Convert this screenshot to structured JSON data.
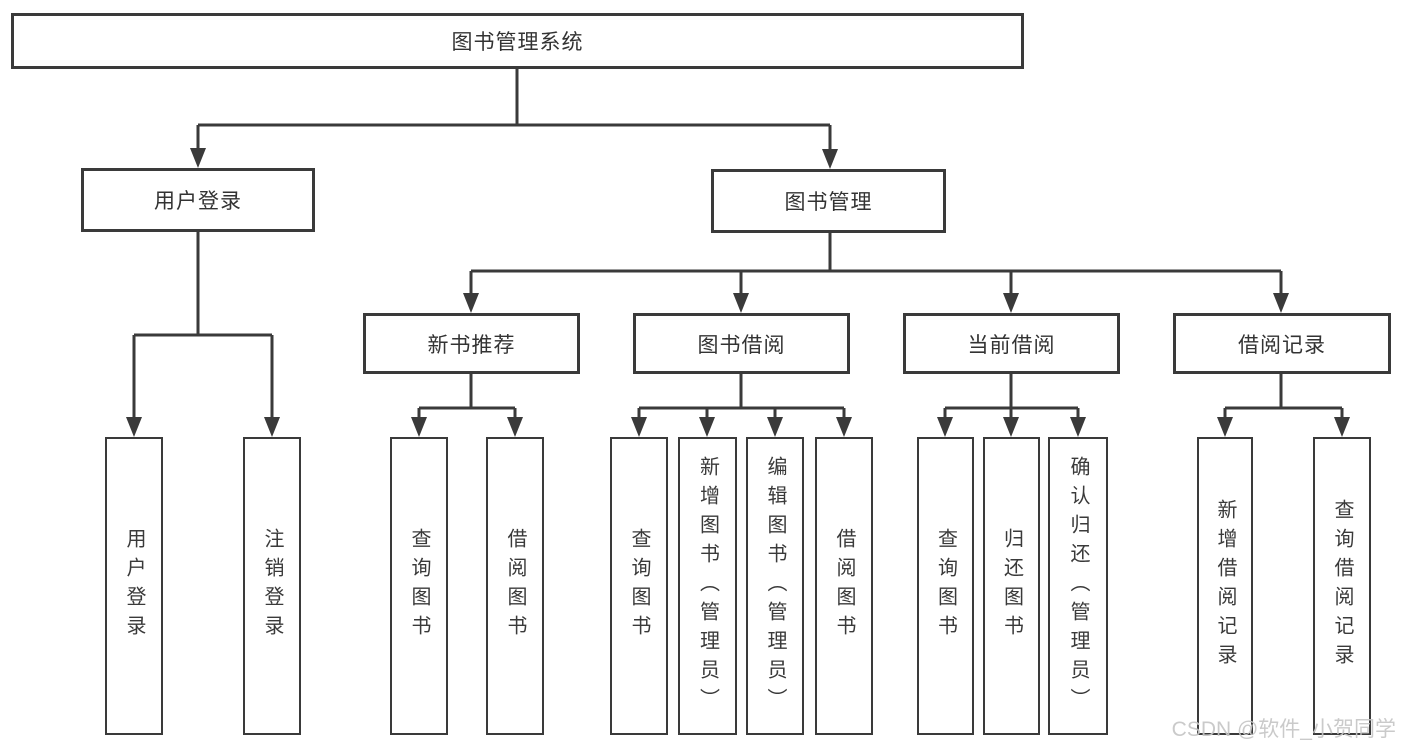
{
  "tree": {
    "root": "图书管理系统",
    "branches": [
      {
        "label": "用户登录",
        "children": [
          "用户登录",
          "注销登录"
        ]
      },
      {
        "label": "图书管理",
        "groups": [
          {
            "label": "新书推荐",
            "children": [
              "查询图书",
              "借阅图书"
            ]
          },
          {
            "label": "图书借阅",
            "children": [
              "查询图书",
              "新增图书（管理员）",
              "编辑图书（管理员）",
              "借阅图书"
            ]
          },
          {
            "label": "当前借阅",
            "children": [
              "查询图书",
              "归还图书",
              "确认归还（管理员）"
            ]
          },
          {
            "label": "借阅记录",
            "children": [
              "新增借阅记录",
              "查询借阅记录"
            ]
          }
        ]
      }
    ]
  },
  "colors": {
    "line": "#3a3a3a",
    "text": "#333333",
    "watermark": "#c6c6c6",
    "background": "#ffffff"
  },
  "watermark": {
    "text": "CSDN @软件_小贺同学"
  }
}
